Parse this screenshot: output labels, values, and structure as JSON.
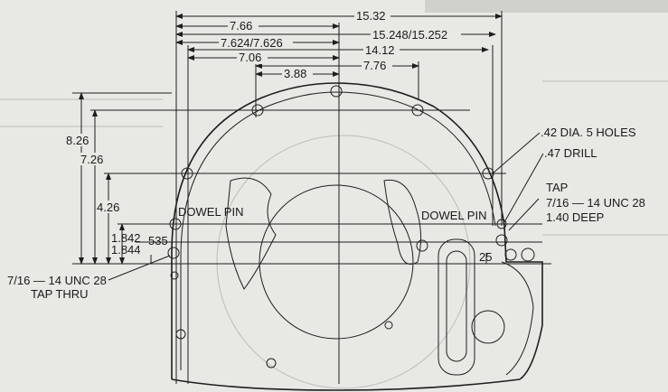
{
  "horizontal_dimensions": [
    "15.32",
    "7.66",
    "15.248/15.252",
    "7.624/7.626",
    "14.12",
    "7.06",
    "7.76",
    "3.88"
  ],
  "vertical_dimensions": [
    "8.26",
    "7.26",
    "4.26",
    "1.842",
    "1.844",
    "535",
    "25"
  ],
  "callouts": {
    "holes": ".42 DIA. 5 HOLES",
    "drill": ".47 DRILL",
    "tap": "TAP",
    "tap_spec": "7/16 — 14 UNC 28",
    "tap_depth": "1.40 DEEP",
    "dowel_left": "DOWEL PIN",
    "dowel_right": "DOWEL PIN",
    "tap_thru_spec": "7/16 — 14 UNC 28",
    "tap_thru": "TAP THRU"
  }
}
